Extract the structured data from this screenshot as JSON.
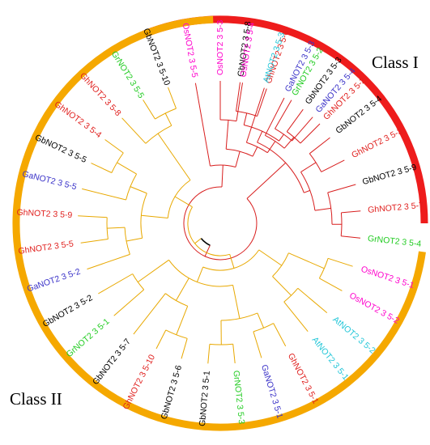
{
  "colors": {
    "black": "#000000",
    "red": "#e0201e",
    "pink": "#ff00cc",
    "green": "#22cc22",
    "cyan": "#22c6d8",
    "blue": "#3a32c8",
    "class_i": "#ee1c1c",
    "class_ii": "#f5a800",
    "branch_class_i": "#d81e1e",
    "branch_class_ii": "#e8a800",
    "branch_root": "#000000"
  },
  "classes": [
    {
      "label": "Class I",
      "color": "class_i"
    },
    {
      "label": "Class II",
      "color": "class_ii"
    }
  ],
  "leaves": [
    {
      "label": "GbNOT2 3 5-8",
      "color": "black"
    },
    {
      "label": "GhNOT2 3 5-6",
      "color": "red"
    },
    {
      "label": "GrNOT2 3 5-2",
      "color": "green"
    },
    {
      "label": "GaNOT2 3 5-4",
      "color": "blue"
    },
    {
      "label": "GbNOT2 3 5-4",
      "color": "black"
    },
    {
      "label": "GhNOT2 3 5-3",
      "color": "red"
    },
    {
      "label": "GbNOT2 3 5-9",
      "color": "black"
    },
    {
      "label": "GhNOT2 3 5-7",
      "color": "red"
    },
    {
      "label": "GrNOT2 3 5-4",
      "color": "green"
    },
    {
      "label": "OsNOT2 3 5-1",
      "color": "pink"
    },
    {
      "label": "OsNOT2 3 5-2",
      "color": "pink"
    },
    {
      "label": "AtNOT2 3 5-2",
      "color": "cyan"
    },
    {
      "label": "AtNOT2 3 5-1",
      "color": "cyan"
    },
    {
      "label": "GhNOT2 3 5-1",
      "color": "red"
    },
    {
      "label": "GaNOT2 3 5-1",
      "color": "blue"
    },
    {
      "label": "GrNOT2 3 5-3",
      "color": "green"
    },
    {
      "label": "GbNOT2 3 5-1",
      "color": "black"
    },
    {
      "label": "GbNOT2 3 5-6",
      "color": "black"
    },
    {
      "label": "GhNOT2 3 5-10",
      "color": "red"
    },
    {
      "label": "GbNOT2 3 5-7",
      "color": "black"
    },
    {
      "label": "GrNOT2 3 5-1",
      "color": "green"
    },
    {
      "label": "GbNOT2 3 5-2",
      "color": "black"
    },
    {
      "label": "GaNOT2 3 5-2",
      "color": "blue"
    },
    {
      "label": "GhNOT2 3 5-5",
      "color": "red"
    },
    {
      "label": "GhNOT2 3 5-9",
      "color": "red"
    },
    {
      "label": "GaNOT2 3 5-5",
      "color": "blue"
    },
    {
      "label": "GbNOT2 3 5-5",
      "color": "black"
    },
    {
      "label": "GhNOT2 3 5-4",
      "color": "red"
    },
    {
      "label": "GhNOT2 3 5-8",
      "color": "red"
    },
    {
      "label": "GrNOT2 3 5-5",
      "color": "green"
    },
    {
      "label": "GbNOT2 3 5-10",
      "color": "black"
    },
    {
      "label": "OsNOT2 3 5-5",
      "color": "pink"
    },
    {
      "label": "OsNOT2 3 5-3",
      "color": "pink"
    },
    {
      "label": "OsNOT2 3 5-4",
      "color": "pink"
    },
    {
      "label": "AtNOT2 3 5-3",
      "color": "cyan"
    },
    {
      "label": "GaNOT2 3 5-3",
      "color": "blue"
    },
    {
      "label": "GbNOT2 3 5-3",
      "color": "black"
    },
    {
      "label": "GhNOT2 3 5-2",
      "color": "red"
    }
  ]
}
